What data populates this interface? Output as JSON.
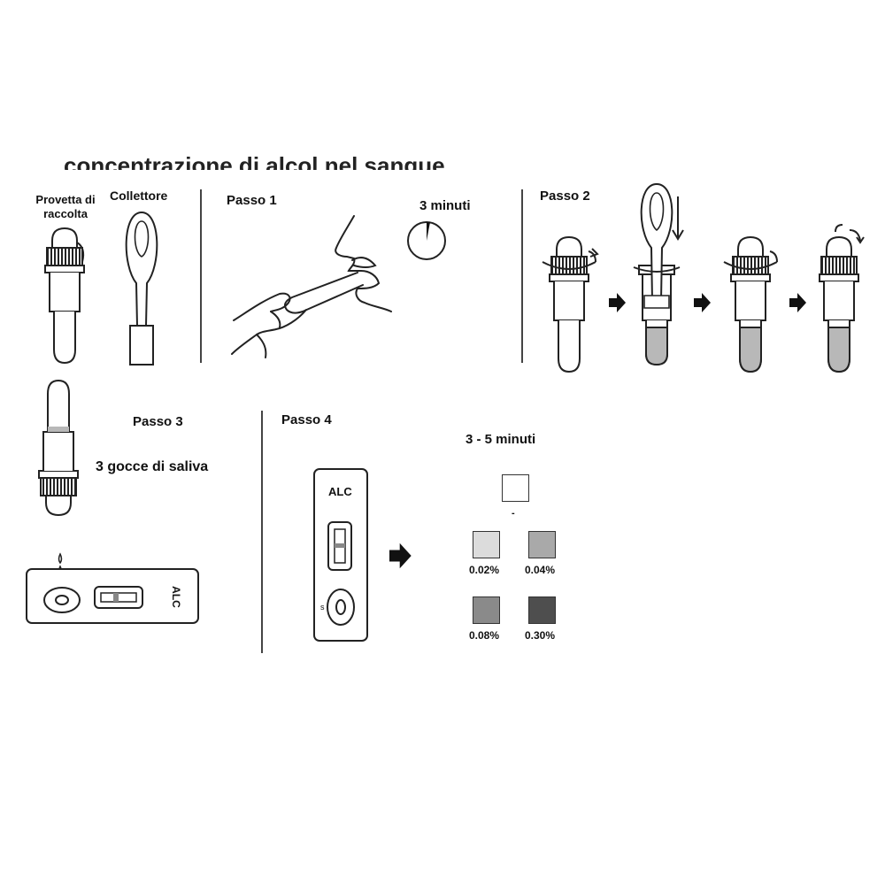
{
  "header": {
    "cropped_text": "concentrazione di alcol nel sangue."
  },
  "labels": {
    "tube": "Provetta di raccolta",
    "collector": "Collettore",
    "step1": "Passo 1",
    "step1_time": "3 minuti",
    "step2": "Passo 2",
    "step3": "Passo 3",
    "step3_drops": "3 gocce di saliva",
    "step4": "Passo 4",
    "step4_time": "3 - 5 minuti",
    "device_text": "ALC",
    "device_text_rotated": "ALC",
    "device_sample_mark": "s",
    "chart_dash": "-"
  },
  "color_chart": {
    "swatches": [
      {
        "label": "",
        "color": "#ffffff"
      },
      {
        "label": "0.02%",
        "color": "#dcdcdc"
      },
      {
        "label": "0.04%",
        "color": "#a9a9a9"
      },
      {
        "label": "0.08%",
        "color": "#8a8a8a"
      },
      {
        "label": "0.30%",
        "color": "#4e4e4e"
      }
    ]
  },
  "colors": {
    "line": "#222222",
    "liquid": "#b8b8b8",
    "arrow": "#111111"
  }
}
